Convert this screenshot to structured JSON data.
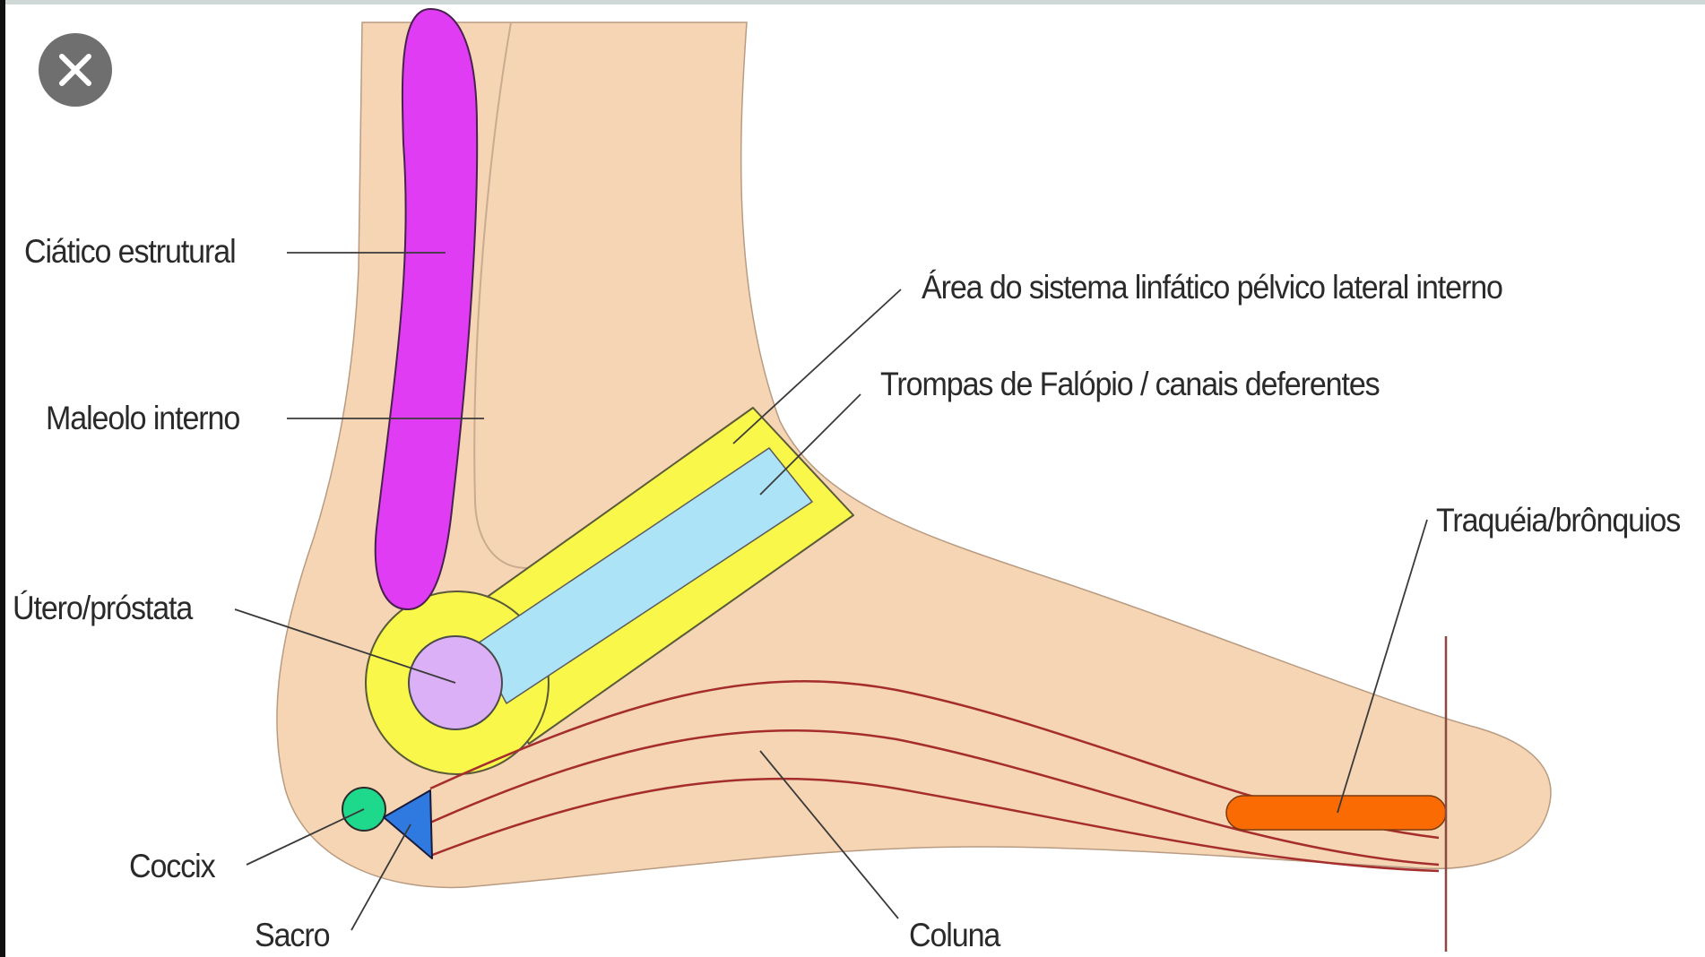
{
  "close_button": {
    "icon": "close-icon"
  },
  "labels": {
    "ciatico": "Ciático estrutural",
    "maleolo": "Maleolo interno",
    "utero": "Útero/próstata",
    "coccix": "Coccix",
    "sacro": "Sacro",
    "area_linfatico": "Área do sistema linfático pélvico lateral interno",
    "trompas": "Trompas de Falópio / canais deferentes",
    "traqueia": "Traquéia/brônquios",
    "coluna": "Coluna"
  },
  "colors": {
    "skin": "#f5d5b3",
    "sciatic_band": "#e03cf3",
    "lymphatic_band": "#f9f84a",
    "fallopian_band": "#ade3f7",
    "uterus": "#dbb0f7",
    "coccix": "#1ed98c",
    "sacro": "#2f7ae0",
    "trachea": "#fa6b04",
    "spine_lines": "#a52d2d"
  }
}
